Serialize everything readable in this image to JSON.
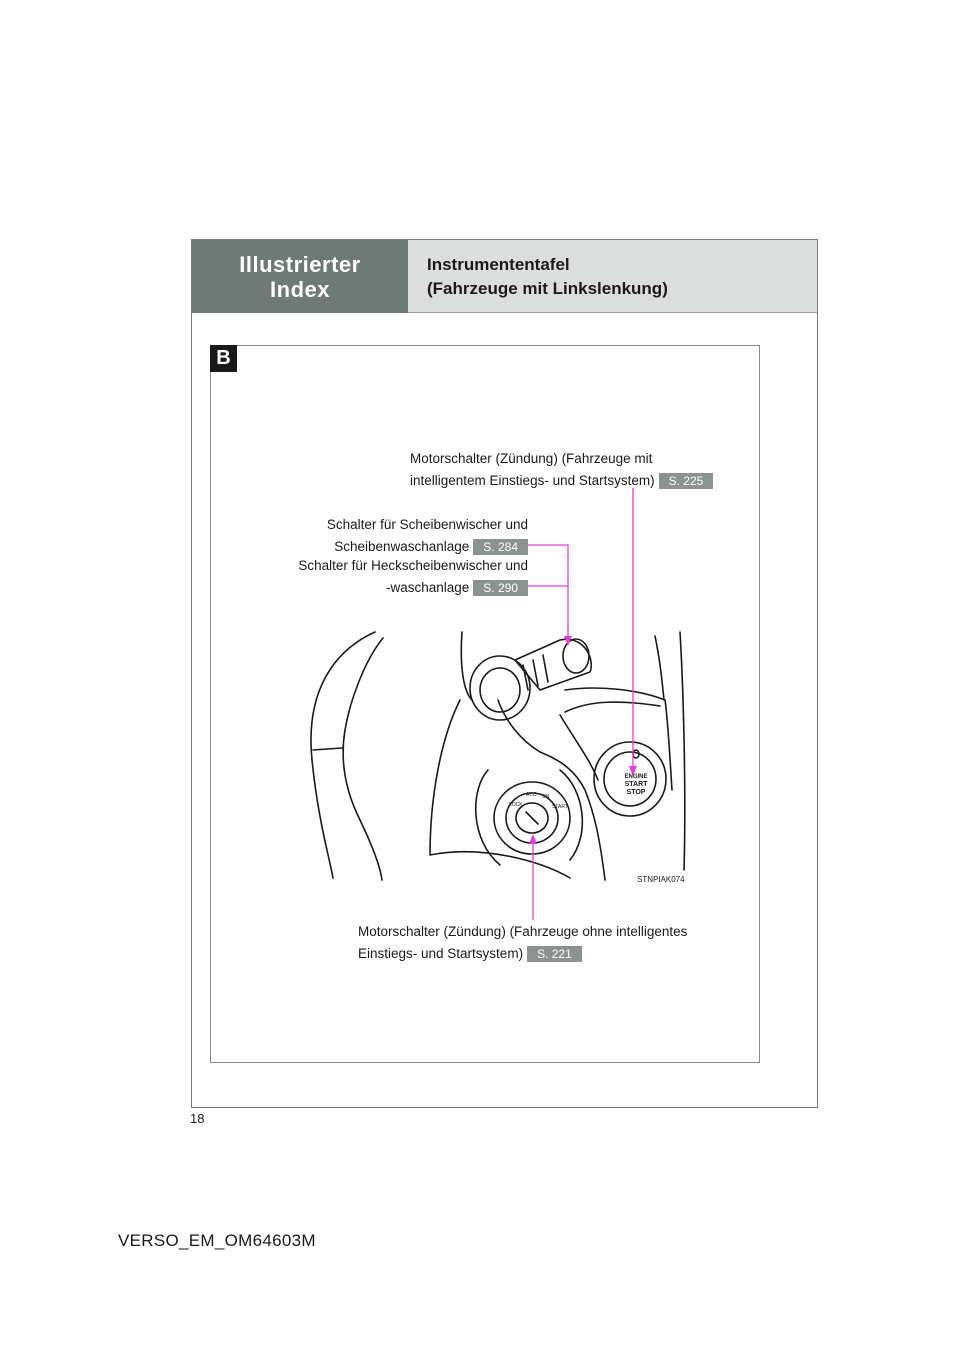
{
  "header": {
    "section_line1": "Illustrierter",
    "section_line2": "Index",
    "title_line1": "Instrumententafel",
    "title_line2": "(Fahrzeuge mit Linkslenkung)"
  },
  "figure": {
    "marker": "B",
    "illustration_code": "STNPIAK074",
    "button_text": [
      "ENGINE",
      "START",
      "STOP"
    ],
    "key_positions": [
      "LOCK",
      "ACC",
      "ON",
      "START"
    ]
  },
  "callouts": {
    "engine_switch_smart": {
      "line1": "Motorschalter (Zündung) (Fahrzeuge mit",
      "line2": "intelligentem Einstiegs- und Startsystem)",
      "page": "S. 225"
    },
    "wiper_switch": {
      "line1": "Schalter für Scheibenwischer und",
      "line2": "Scheibenwaschanlage",
      "page": "S. 284"
    },
    "rear_wiper_switch": {
      "line1": "Schalter für Heckscheibenwischer und",
      "line2": "-waschanlage",
      "page": "S. 290"
    },
    "engine_switch_key": {
      "line1": "Motorschalter (Zündung) (Fahrzeuge ohne intelligentes",
      "line2": "Einstiegs- und Startsystem)",
      "page": "S. 221"
    }
  },
  "colors": {
    "leader_line": "#e040d8",
    "tab_dark": "#6f7a76",
    "tab_light": "#dcdedd",
    "badge": "#8c9290"
  },
  "page_number": "18",
  "footer_code": "VERSO_EM_OM64603M"
}
